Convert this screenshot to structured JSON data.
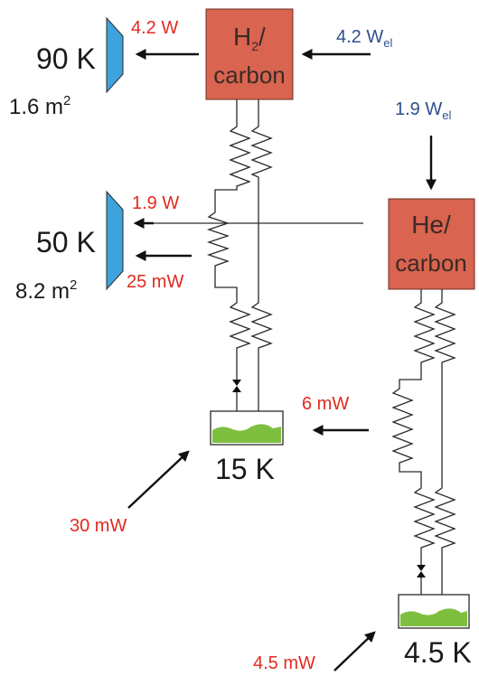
{
  "colors": {
    "heat_label": "#e02a1f",
    "power_label": "#2f4f8f",
    "cooler_box": "#d9644f",
    "radiator": "#3ea3dd",
    "cryogen": "#7fbf3f"
  },
  "coolers": {
    "h2": {
      "label_line1": "H",
      "label_sub": "2",
      "label_slash": "/",
      "label_line2": "carbon",
      "power_in": "4.2 W",
      "power_sub": "el"
    },
    "he": {
      "label_line1": "He/",
      "label_line2": "carbon",
      "power_in": "1.9 W",
      "power_sub": "el"
    }
  },
  "radiators": {
    "r90": {
      "temp": "90 K",
      "area": "1.6 m",
      "area_sup": "2",
      "heat": "4.2 W"
    },
    "r50": {
      "temp": "50 K",
      "area": "8.2 m",
      "area_sup": "2",
      "heat_a": "1.9 W",
      "heat_b": "25 mW"
    }
  },
  "stages": {
    "s15": {
      "temp": "15 K",
      "load": "30 mW",
      "side_load": "6 mW"
    },
    "s45": {
      "temp": "4.5 K",
      "load": "4.5 mW"
    }
  },
  "icons": [
    "radiator-panel-icon",
    "valve-icon",
    "cryogen-bath-icon",
    "heat-arrow-icon"
  ]
}
